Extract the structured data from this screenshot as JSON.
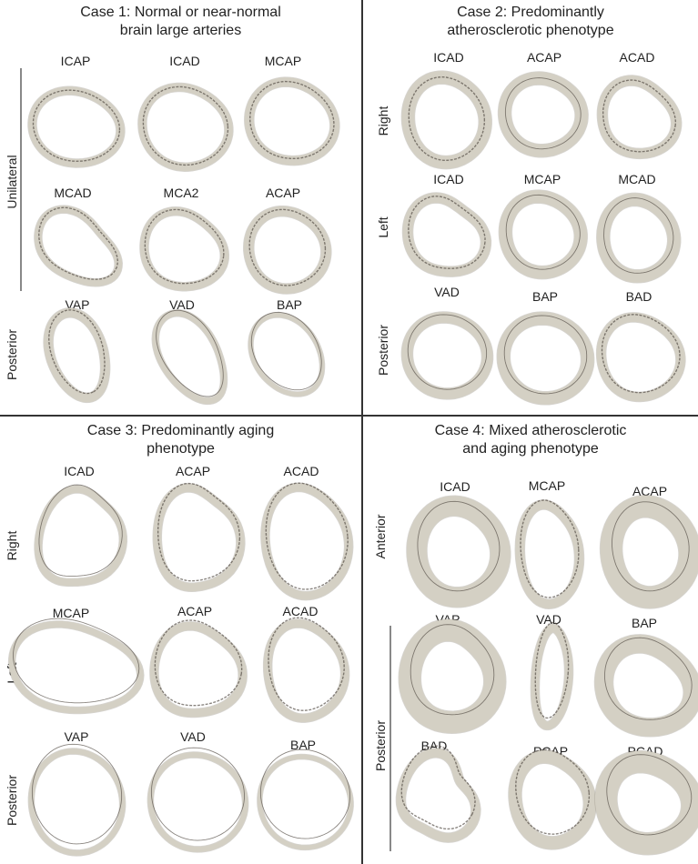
{
  "colors": {
    "wall": "#d4d0c4",
    "wall_edge": "#8a8478",
    "intima": "#575048",
    "wall_aging": "#d7d4c0",
    "line": "#333333",
    "bracket": "#888888"
  },
  "panels": [
    {
      "title_line1": "Case 1: Normal or near-normal",
      "title_line2": "brain large arteries",
      "groups": [
        "Unilateral",
        "Posterior"
      ],
      "rows": [
        [
          "ICAP",
          "ICAD",
          "MCAP"
        ],
        [
          "MCAD",
          "MCA2",
          "ACAP"
        ],
        [
          "VAP",
          "VAD",
          "BAP"
        ]
      ]
    },
    {
      "title_line1": "Case 2: Predominantly",
      "title_line2": "atherosclerotic phenotype",
      "groups": [
        "Right",
        "Left",
        "Posterior"
      ],
      "rows": [
        [
          "ICAD",
          "ACAP",
          "ACAD"
        ],
        [
          "ICAD",
          "MCAP",
          "MCAD"
        ],
        [
          "VAD",
          "BAP",
          "BAD"
        ]
      ]
    },
    {
      "title_line1": "Case 3: Predominantly aging",
      "title_line2": "phenotype",
      "groups": [
        "Right",
        "Left",
        "Posterior"
      ],
      "rows": [
        [
          "ICAD",
          "ACAP",
          "ACAD"
        ],
        [
          "MCAP",
          "ACAP",
          "ACAD"
        ],
        [
          "VAP",
          "VAD",
          "BAP"
        ]
      ]
    },
    {
      "title_line1": "Case 4: Mixed atherosclerotic",
      "title_line2": "and aging phenotype",
      "groups": [
        "Anterior",
        "Posterior"
      ],
      "rows": [
        [
          "ICAD",
          "MCAP",
          "ACAP"
        ],
        [
          "VAP",
          "VAD",
          "BAP"
        ],
        [
          "BAD",
          "PCAP",
          "PCAD"
        ]
      ]
    }
  ]
}
